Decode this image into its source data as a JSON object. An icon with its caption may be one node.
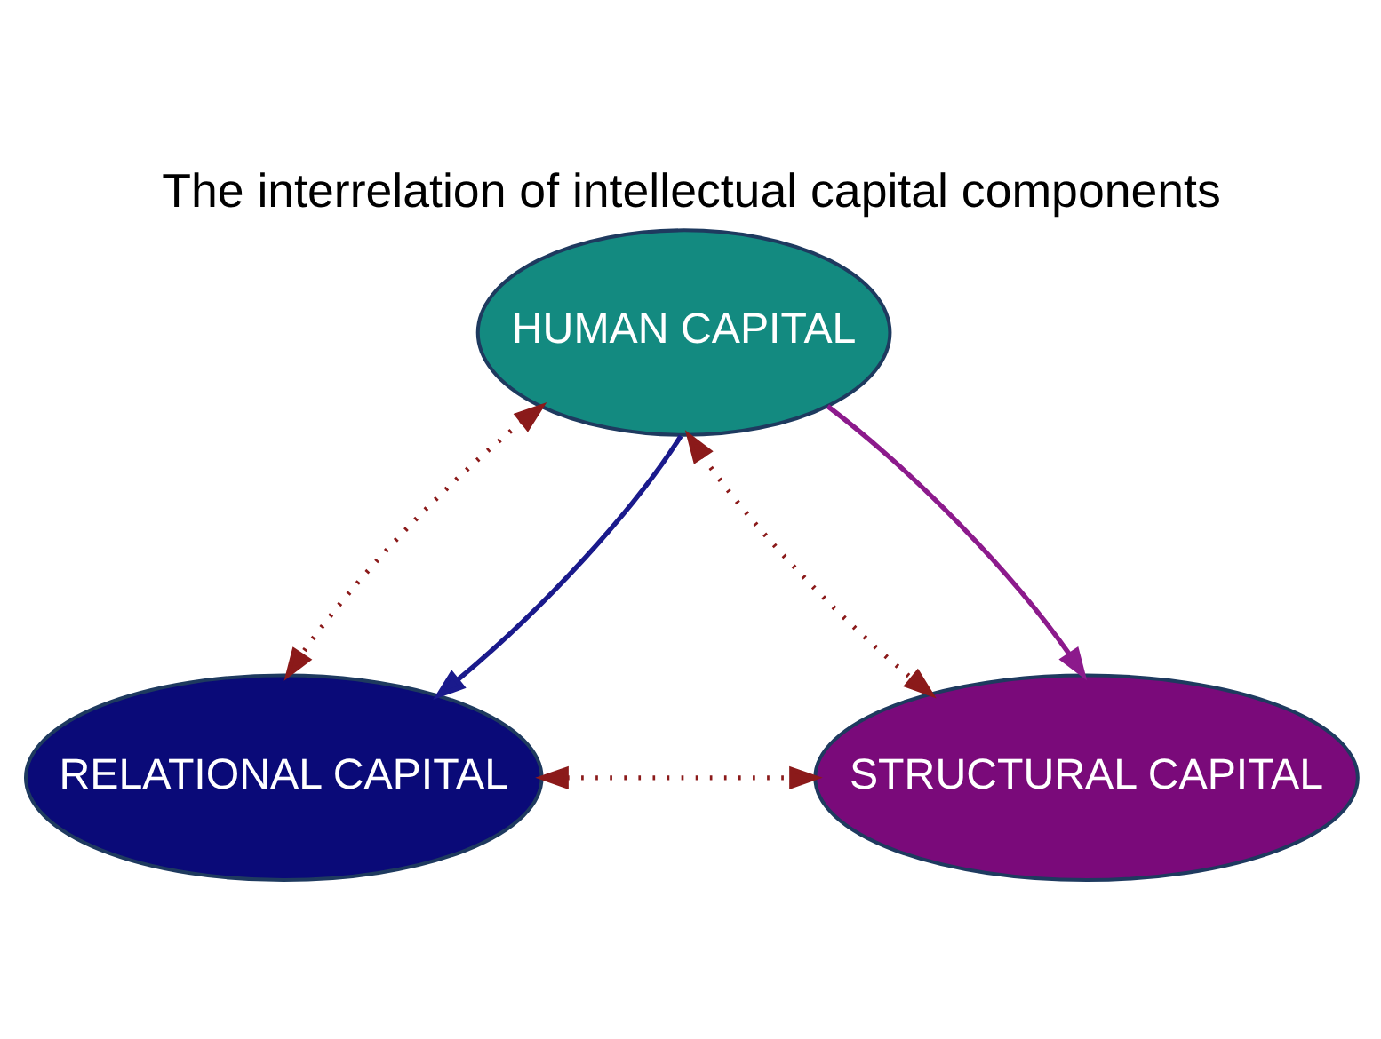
{
  "diagram": {
    "title": "The interrelation of intellectual capital components",
    "nodes": [
      {
        "text": [
          "HUMAN CAPITAL"
        ]
      },
      {
        "text": [
          "RELATIONAL CAPITAL"
        ]
      },
      {
        "text": [
          "STRUCTURAL CAPITAL"
        ]
      }
    ],
    "edges": [
      {
        "from": 0,
        "to": 1,
        "arrow": "both",
        "style": "dashed"
      },
      {
        "from": 0,
        "to": 2,
        "arrow": "both",
        "style": "dashed"
      },
      {
        "from": 0,
        "to": 1,
        "arrow": "to",
        "color": "#1a1a8c"
      },
      {
        "from": 0,
        "to": 2,
        "arrow": "to",
        "color": "#8c1a8c"
      },
      {
        "from": 1,
        "to": 2,
        "arrow": "both",
        "style": "dashed"
      }
    ]
  }
}
